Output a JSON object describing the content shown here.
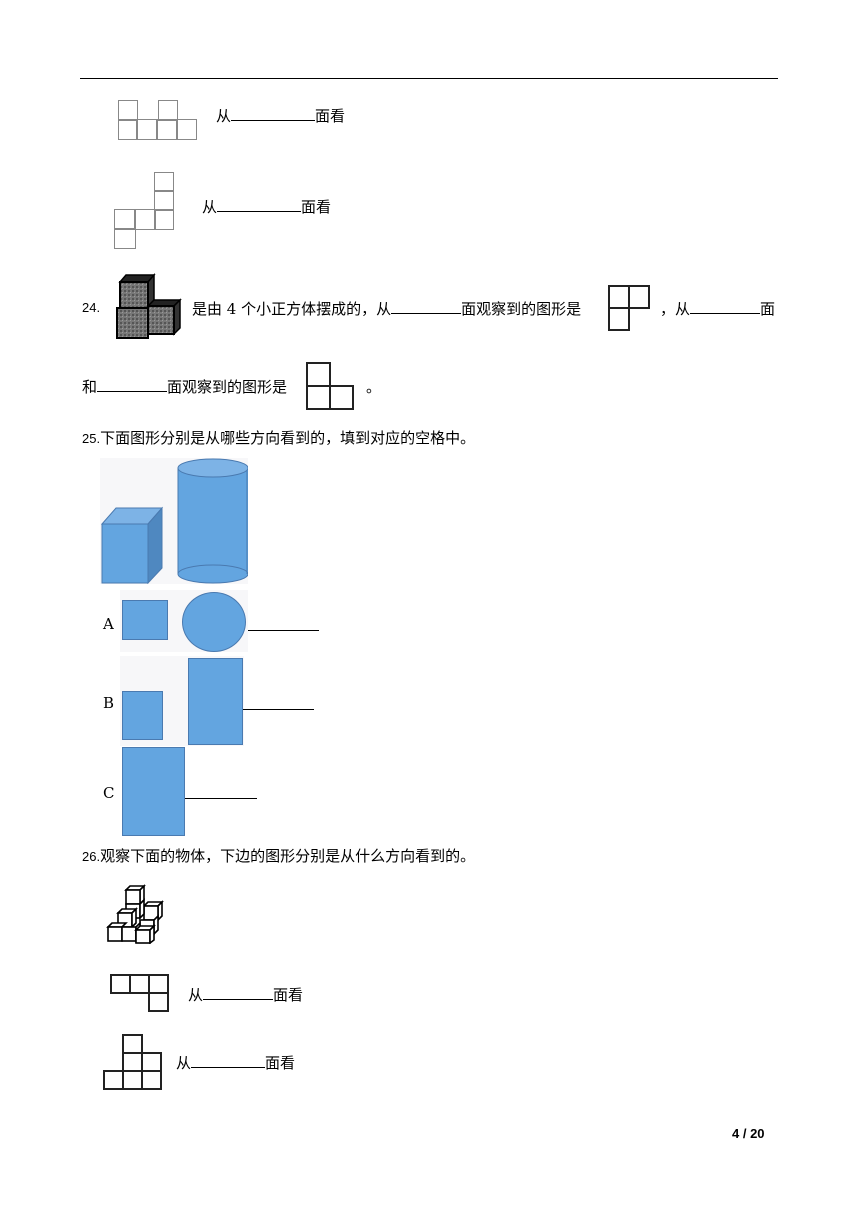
{
  "page": {
    "number": "4 / 20"
  },
  "top_items": [
    {
      "pre": "从",
      "post": "面看"
    },
    {
      "pre": "从",
      "post": "面看"
    }
  ],
  "q24": {
    "number": "24.",
    "text_a": "是由 4 个小正方体摆成的，从",
    "text_b": "面观察到的图形是",
    "text_c": "，从",
    "text_d": "面",
    "text_e": "和",
    "text_f": "面观察到的图形是",
    "text_g": "。"
  },
  "q25": {
    "number": "25.",
    "title": "下面图形分别是从哪些方向看到的，填到对应的空格中。",
    "options": [
      {
        "label": "A"
      },
      {
        "label": "B"
      },
      {
        "label": "C"
      }
    ]
  },
  "q26": {
    "number": "26.",
    "title": "观察下面的物体，下边的图形分别是从什么方向看到的。",
    "items": [
      {
        "pre": "从",
        "post": "面看"
      },
      {
        "pre": "从",
        "post": "面看"
      }
    ]
  },
  "colors": {
    "shape_fill": "#63a5e0",
    "shape_edge": "#4a7ab0"
  }
}
